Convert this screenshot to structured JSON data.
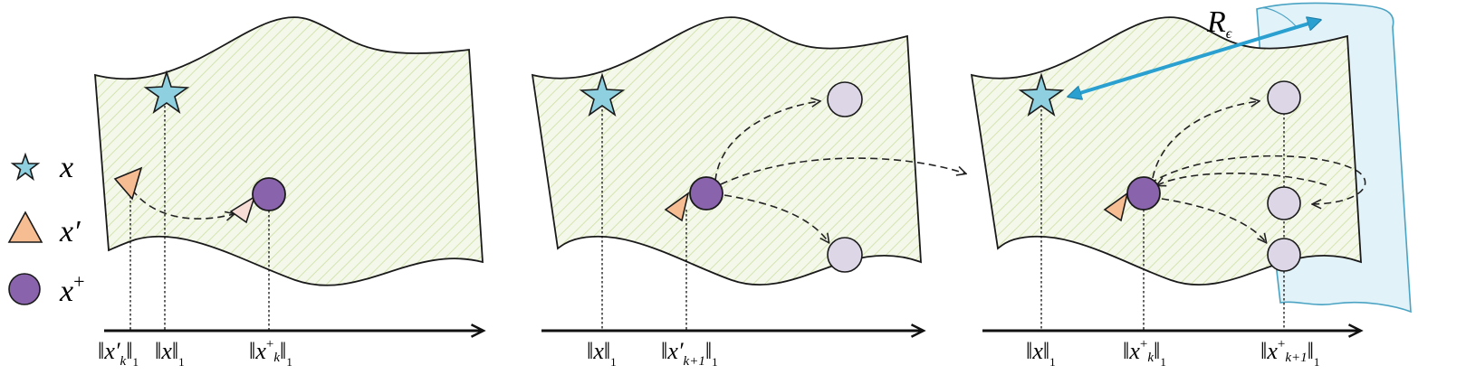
{
  "legend": {
    "star_symbol": "x",
    "triangle_symbol": "x′",
    "circle_symbol": "x",
    "circle_sup": "+"
  },
  "panel1": {
    "axis_label_a": {
      "pre": "‖",
      "var": "x′",
      "sub": "k",
      "post": "‖",
      "norm_sub": "1"
    },
    "axis_label_b": {
      "pre": "‖",
      "var": "x",
      "post": "‖",
      "norm_sub": "1"
    },
    "axis_label_c": {
      "pre": "‖",
      "var": "x",
      "sup": "+",
      "sub": "k",
      "post": "‖",
      "norm_sub": "1"
    }
  },
  "panel2": {
    "axis_label_a": {
      "pre": "‖",
      "var": "x",
      "post": "‖",
      "norm_sub": "1"
    },
    "axis_label_b": {
      "pre": "‖",
      "var": "x′",
      "sub": "k+1",
      "post": "‖",
      "norm_sub": "1"
    }
  },
  "panel3": {
    "region_label": {
      "main": "R",
      "sub": "ϵ"
    },
    "axis_label_a": {
      "pre": "‖",
      "var": "x",
      "post": "‖",
      "norm_sub": "1"
    },
    "axis_label_b": {
      "pre": "‖",
      "var": "x",
      "sup": "+",
      "sub": "k",
      "post": "‖",
      "norm_sub": "1"
    },
    "axis_label_c": {
      "pre": "‖",
      "var": "x",
      "sup": "+",
      "sub": "k+1",
      "post": "‖",
      "norm_sub": "1"
    }
  },
  "colors": {
    "star": "#8ed0df",
    "triangle": "#f6bc92",
    "triangle_faded": "#f7ddd6",
    "circle": "#8a63ad",
    "circle_faded": "#dcd6e6",
    "manifold_fill": "#f2f6e6",
    "hatch": "#d7e6b4",
    "region_fill": "#dff0f8",
    "region_stroke": "#4aa3c3",
    "arrow_blue": "#2aa0d0"
  }
}
